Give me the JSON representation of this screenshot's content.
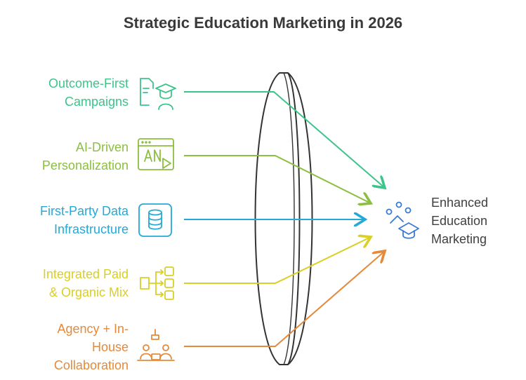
{
  "title": "Strategic Education Marketing in 2026",
  "inputs": [
    {
      "label": "Outcome-First\nCampaigns",
      "icon": "graduate-document-icon",
      "color": "#3cc48a"
    },
    {
      "label": "AI-Driven\nPersonalization",
      "icon": "ai-window-icon",
      "color": "#8bbf3f"
    },
    {
      "label": "First-Party Data\nInfrastructure",
      "icon": "database-icon",
      "color": "#26a9d6"
    },
    {
      "label": "Integrated Paid\n& Organic Mix",
      "icon": "flow-mix-icon",
      "color": "#d9cf25"
    },
    {
      "label": "Agency + In-\nHouse\nCollaboration",
      "icon": "team-collaboration-icon",
      "color": "#e48a3a"
    }
  ],
  "output": {
    "label": "Enhanced\nEducation\nMarketing",
    "icon": "education-cap-icon",
    "color": "#3a7bd5"
  }
}
